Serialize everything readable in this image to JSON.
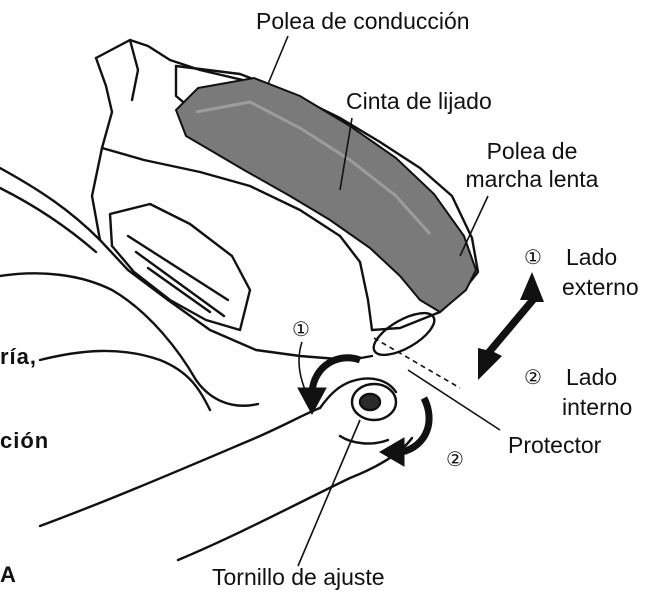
{
  "labels": {
    "polea_conduccion": "Polea de conducción",
    "cinta_lijado": "Cinta de lijado",
    "polea_marcha_lenta_1": "Polea de",
    "polea_marcha_lenta_2": "marcha lenta",
    "lado_externo_num": "①",
    "lado_externo_1": "Lado",
    "lado_externo_2": "externo",
    "lado_interno_num": "②",
    "lado_interno_1": "Lado",
    "lado_interno_2": "interno",
    "protector": "Protector",
    "tornillo_ajuste": "Tornillo de ajuste",
    "marker_1": "①",
    "marker_2": "②"
  },
  "cropped_text": {
    "line1": "ría,",
    "line2": "ción",
    "line3": "A"
  },
  "colors": {
    "line": "#111111",
    "belt": "#7a7a7a",
    "belt_highlight": "#9c9c9c",
    "background": "#ffffff"
  },
  "icons": [
    "double-arrow-icon",
    "rotation-arrow-icon"
  ]
}
